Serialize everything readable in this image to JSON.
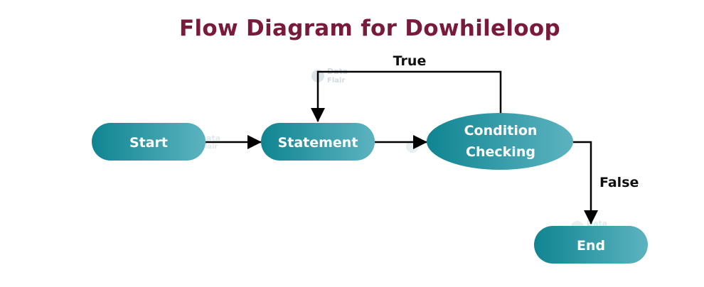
{
  "title": "Flow Diagram for Dowhileloop",
  "colors": {
    "title": "#7a1a3a",
    "node_dark": "#0f8591",
    "node_light": "#5db3c0",
    "edge": "#000000",
    "label": "#111111"
  },
  "nodes": {
    "start": "Start",
    "statement": "Statement",
    "condition_line1": "Condition",
    "condition_line2": "Checking",
    "end": "End"
  },
  "edges": {
    "true_label": "True",
    "false_label": "False"
  },
  "watermark": {
    "line1": "Data",
    "line2": "Flair"
  }
}
